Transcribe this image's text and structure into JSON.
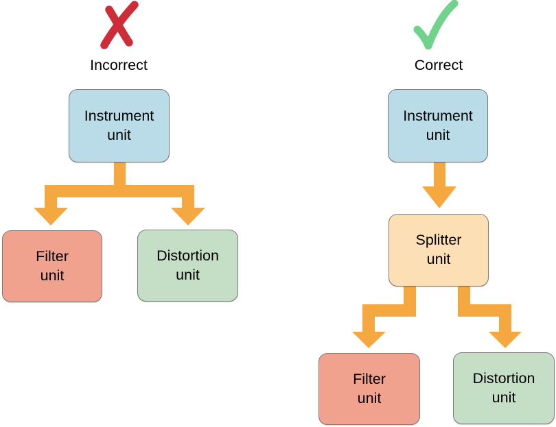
{
  "colors": {
    "node_blue": "#b9dce8",
    "node_salmon": "#f0a28f",
    "node_green": "#c4dfc5",
    "node_peach": "#fcdfb4",
    "arrow_orange": "#f5a840",
    "x_red": "#ce2c38",
    "check_green": "#70d28b",
    "node_border": "#7b7b7b",
    "text": "#000000"
  },
  "panels": {
    "incorrect": {
      "label": "Incorrect",
      "icon": "x-mark-icon",
      "nodes": {
        "instrument": {
          "lines": [
            "Instrument",
            "unit"
          ]
        },
        "filter": {
          "lines": [
            "Filter",
            "unit"
          ]
        },
        "distortion": {
          "lines": [
            "Distortion",
            "unit"
          ]
        }
      },
      "edges": [
        {
          "from": "instrument",
          "to": [
            "filter",
            "distortion"
          ],
          "style": "single-branching-arrow"
        }
      ]
    },
    "correct": {
      "label": "Correct",
      "icon": "check-mark-icon",
      "nodes": {
        "instrument": {
          "lines": [
            "Instrument",
            "unit"
          ]
        },
        "splitter": {
          "lines": [
            "Splitter",
            "unit"
          ]
        },
        "filter": {
          "lines": [
            "Filter",
            "unit"
          ]
        },
        "distortion": {
          "lines": [
            "Distortion",
            "unit"
          ]
        }
      },
      "edges": [
        {
          "from": "instrument",
          "to": [
            "splitter"
          ],
          "style": "straight-arrow"
        },
        {
          "from": "splitter",
          "to": [
            "filter",
            "distortion"
          ],
          "style": "separate-zigzag-arrows"
        }
      ]
    }
  }
}
